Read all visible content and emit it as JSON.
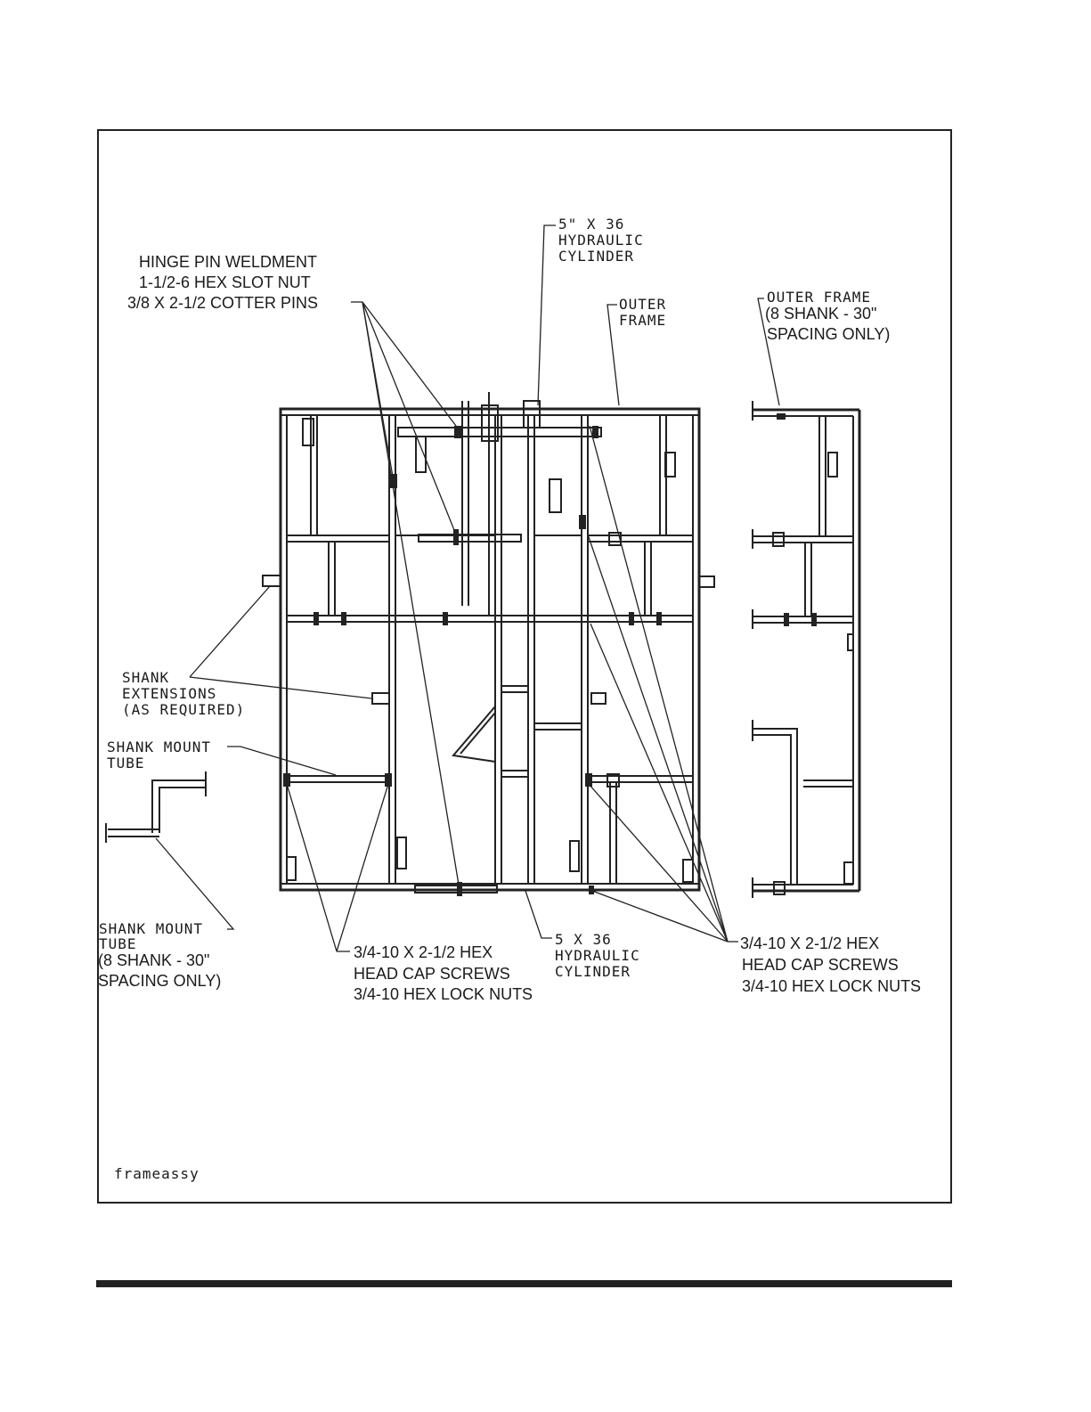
{
  "labels": {
    "hinge_pin": [
      "HINGE PIN WELDMENT",
      "1-1/2-6 HEX SLOT NUT",
      "3/8 X 2-1/2 COTTER PINS"
    ],
    "cylinder_top": [
      "5\" X 36",
      "HYDRAULIC",
      "CYLINDER"
    ],
    "outer_frame": [
      "OUTER",
      "FRAME"
    ],
    "outer_frame_8": [
      "OUTER FRAME",
      "(8 SHANK - 30\"",
      "SPACING ONLY)"
    ],
    "shank_extensions": [
      "SHANK",
      "EXTENSIONS",
      "(AS REQUIRED)"
    ],
    "shank_mount_tube": [
      "SHANK  MOUNT",
      "TUBE"
    ],
    "shank_mount_tube_8": [
      "SHANK  MOUNT",
      "TUBE",
      "(8 SHANK - 30\"",
      "SPACING ONLY)"
    ],
    "screws_left": [
      "3/4-10 X 2-1/2 HEX",
      "HEAD CAP SCREWS",
      "3/4-10 HEX LOCK NUTS"
    ],
    "cylinder_bottom": [
      "5  X  36",
      "HYDRAULIC",
      "CYLINDER"
    ],
    "screws_right": [
      "3/4-10 X 2-1/2 HEX",
      "HEAD CAP SCREWS",
      "3/4-10 HEX LOCK NUTS"
    ]
  },
  "file_name": "frameassy"
}
